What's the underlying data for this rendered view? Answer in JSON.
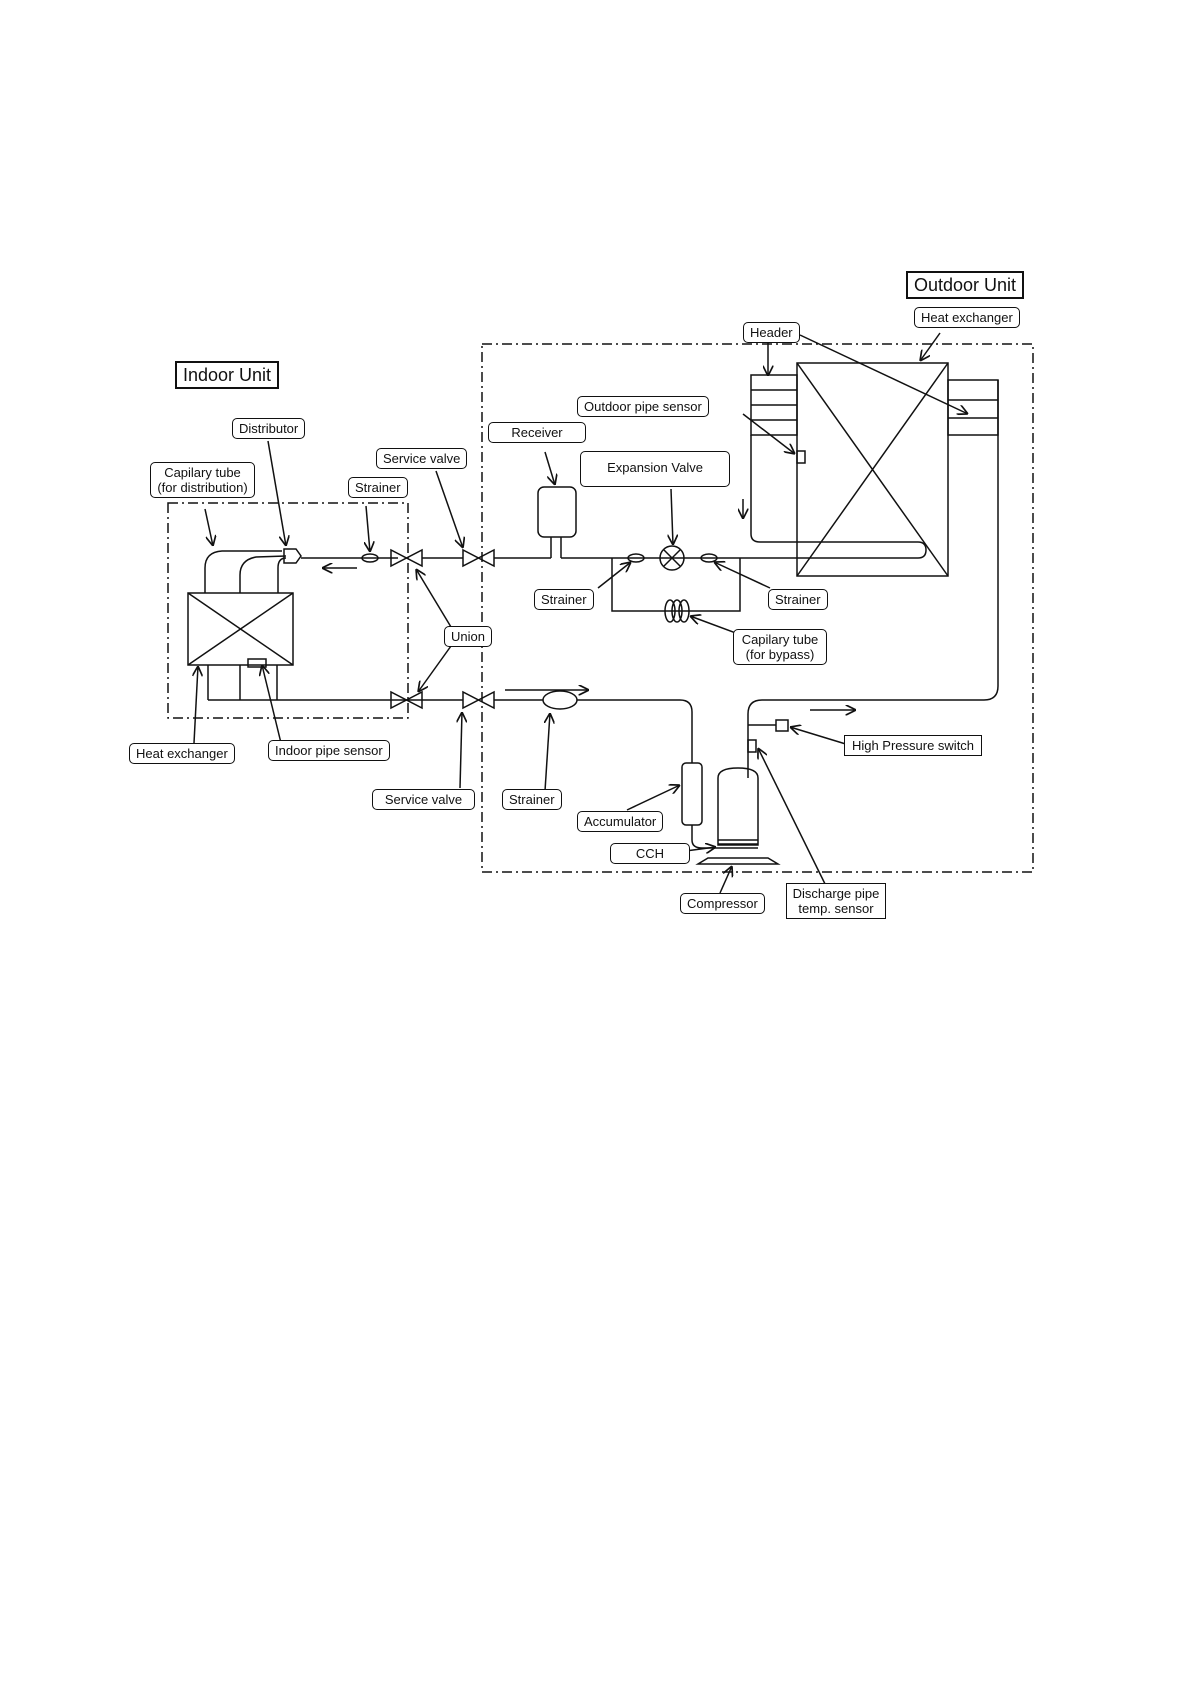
{
  "units": {
    "indoor": "Indoor Unit",
    "outdoor": "Outdoor Unit"
  },
  "labels": {
    "header": "Header",
    "heat_exchanger_outdoor": "Heat exchanger",
    "outdoor_pipe_sensor": "Outdoor pipe sensor",
    "receiver": "Receiver",
    "expansion_valve": "Expansion  Valve",
    "distributor": "Distributor",
    "service_valve_top": "Service valve",
    "capillary_distribution_1": "Capilary tube",
    "capillary_distribution_2": "(for distribution)",
    "strainer_top": "Strainer",
    "strainer_left": "Strainer",
    "strainer_right": "Strainer",
    "union": "Union",
    "capillary_bypass_1": "Capilary tube",
    "capillary_bypass_2": "(for bypass)",
    "high_pressure_switch": "High Pressure switch",
    "heat_exchanger_indoor": "Heat exchanger",
    "indoor_pipe_sensor": "Indoor pipe sensor",
    "service_valve_bottom": "Service valve",
    "strainer_bottom": "Strainer",
    "accumulator": "Accumulator",
    "cch": "CCH",
    "compressor": "Compressor",
    "discharge_sensor_1": "Discharge pipe",
    "discharge_sensor_2": "temp. sensor"
  }
}
